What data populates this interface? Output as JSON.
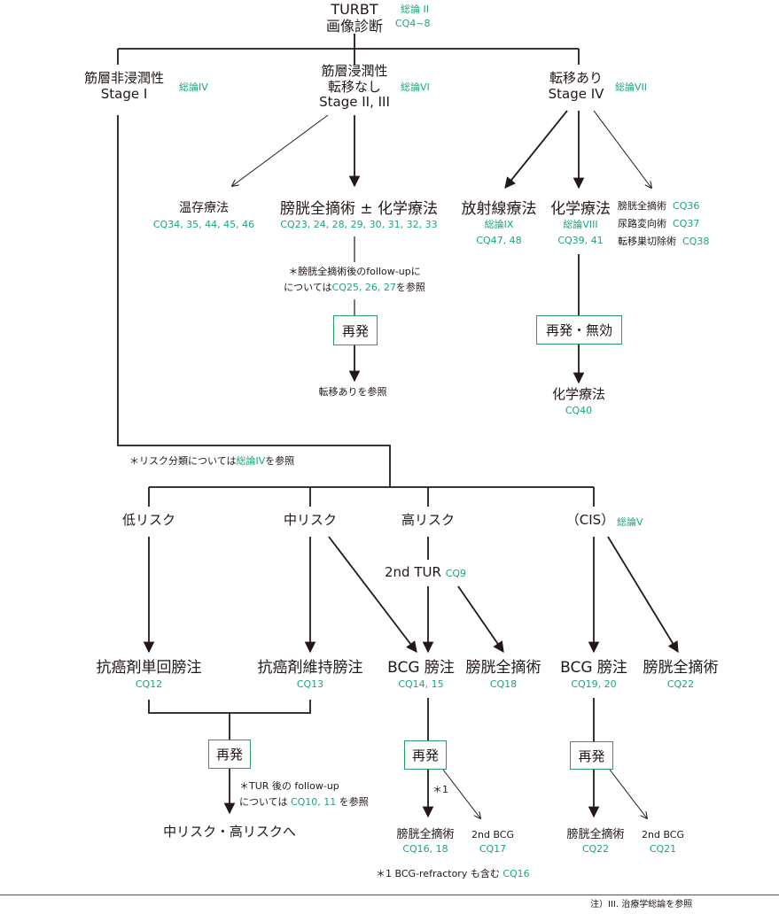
{
  "turbt": {
    "line1": "TURBT",
    "line2": "画像診断",
    "ref1": "総論 II",
    "ref2": "CQ4~8"
  },
  "stage1": {
    "line1": "筋層非浸潤性",
    "line2": "Stage I",
    "ref": "総論IV"
  },
  "stage23": {
    "line1": "筋層浸潤性",
    "line2": "転移なし",
    "line3": "Stage II, III",
    "ref": "総論VI"
  },
  "stage4": {
    "line1": "転移あり",
    "line2": "Stage IV",
    "ref": "総論VII"
  },
  "conserve": {
    "label": "温存療法",
    "refs": "CQ34, 35, 44, 45, 46"
  },
  "cystectomy_chemo": {
    "label": "膀胱全摘術 ± 化学療法",
    "refs": "CQ23, 24, 28, 29, 30, 31, 32, 33"
  },
  "followup_note": {
    "line1": "＊膀胱全摘術後のfollow-upに",
    "line2a": "については",
    "line2ref": "CQ25, 26, 27",
    "line2b": "を参照"
  },
  "relapse_left": {
    "label": "再発"
  },
  "see_metastasis": {
    "label": "転移ありを参照"
  },
  "radiation": {
    "label": "放射線療法",
    "ref1": "総論IX",
    "ref2": "CQ47, 48"
  },
  "chemo": {
    "label": "化学療法",
    "ref1": "総論VIII",
    "ref2": "CQ39, 41"
  },
  "others": [
    {
      "label": "膀胱全摘術",
      "ref": "CQ36"
    },
    {
      "label": "尿路変向術",
      "ref": "CQ37"
    },
    {
      "label": "転移巣切除術",
      "ref": "CQ38"
    }
  ],
  "relapse_invalid": {
    "label": "再発・無効"
  },
  "chemo2": {
    "label": "化学療法",
    "ref": "CQ40"
  },
  "risk_note": {
    "a": "＊リスク分類については",
    "ref": "総論IV",
    "b": "を参照"
  },
  "risk_low": {
    "label": "低リスク"
  },
  "risk_mid": {
    "label": "中リスク"
  },
  "risk_high": {
    "label": "高リスク"
  },
  "cis": {
    "label": "（CIS）",
    "ref": "総論V"
  },
  "second_tur": {
    "label": "2nd TUR",
    "ref": "CQ9"
  },
  "single_instill": {
    "label": "抗癌剤単回膀注",
    "ref": "CQ12"
  },
  "maint_instill": {
    "label": "抗癌剤維持膀注",
    "ref": "CQ13"
  },
  "bcg1": {
    "label": "BCG 膀注",
    "ref": "CQ14, 15"
  },
  "cyst1": {
    "label": "膀胱全摘術",
    "ref": "CQ18"
  },
  "bcg2": {
    "label": "BCG 膀注",
    "ref": "CQ19, 20"
  },
  "cyst2": {
    "label": "膀胱全摘術",
    "ref": "CQ22"
  },
  "relapse_a": {
    "label": "再発"
  },
  "relapse_b": {
    "label": "再発"
  },
  "relapse_c": {
    "label": "再発"
  },
  "tur_note": {
    "line1": "＊TUR 後の follow-up",
    "line2a": "については",
    "line2ref": "CQ10, 11",
    "line2b": "を参照"
  },
  "to_midhigh": {
    "label": "中リスク・高リスクへ"
  },
  "star1": {
    "label": "＊1"
  },
  "cyst3": {
    "label": "膀胱全摘術",
    "ref": "CQ16, 18"
  },
  "bcg_second1": {
    "label": "2nd BCG",
    "ref": "CQ17"
  },
  "refractory_note": {
    "a": "＊1 BCG-refractory も含む",
    "ref": "CQ16"
  },
  "cyst4": {
    "label": "膀胱全摘術",
    "ref": "CQ22"
  },
  "bcg_second2": {
    "label": "2nd BCG",
    "ref": "CQ21"
  },
  "footnote": {
    "label": "注）III. 治療学総論を参照"
  },
  "colors": {
    "line": "#231815",
    "accent": "#1aa67a",
    "box_border": "#2a9b63"
  }
}
